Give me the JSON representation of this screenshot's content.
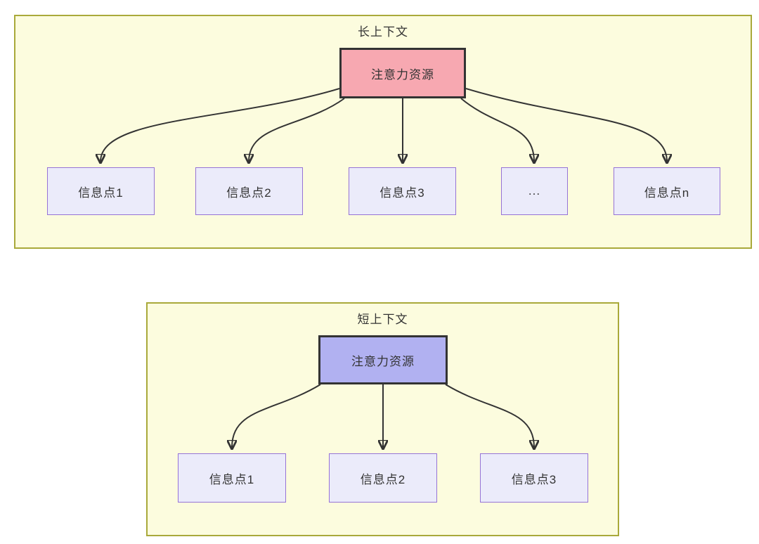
{
  "diagram": {
    "sections": [
      {
        "id": "long-context",
        "title": "长上下文",
        "source": {
          "label": "注意力资源"
        },
        "targets": [
          {
            "label": "信息点1"
          },
          {
            "label": "信息点2"
          },
          {
            "label": "信息点3"
          },
          {
            "label": "..."
          },
          {
            "label": "信息点n"
          }
        ]
      },
      {
        "id": "short-context",
        "title": "短上下文",
        "source": {
          "label": "注意力资源"
        },
        "targets": [
          {
            "label": "信息点1"
          },
          {
            "label": "信息点2"
          },
          {
            "label": "信息点3"
          }
        ]
      }
    ]
  },
  "colors": {
    "group-fill": "#fcfcde",
    "group-border": "#a9a93a",
    "long-source-fill": "#f7a8b1",
    "short-source-fill": "#b1b1f1",
    "info-fill": "#ebebfa",
    "info-border": "#9673d6",
    "arrow-color": "#333333",
    "text-color": "#333333"
  }
}
